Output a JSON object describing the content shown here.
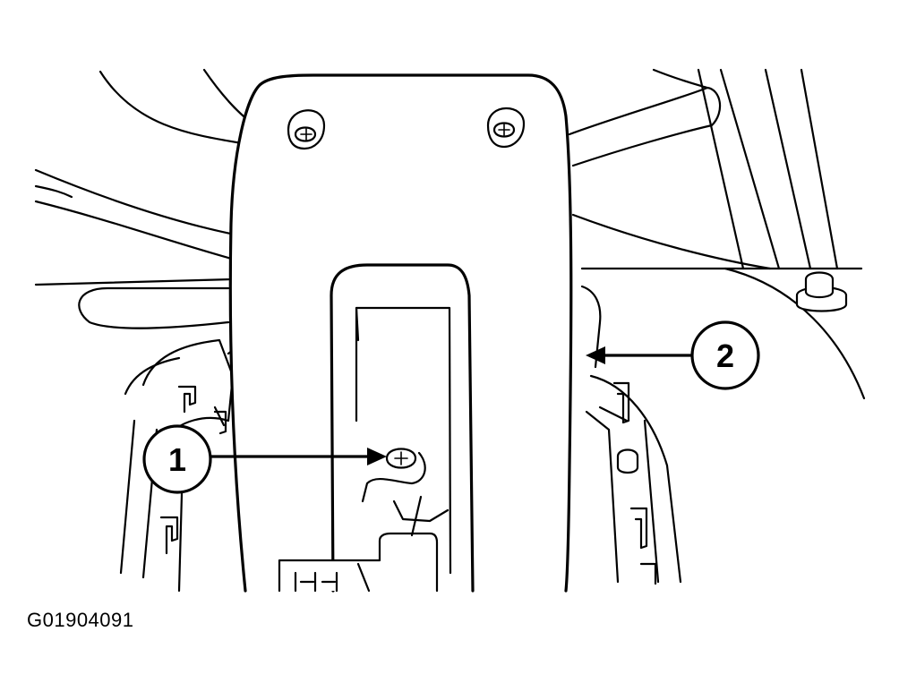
{
  "figure_id": "G01904091",
  "callouts": [
    {
      "number": "1"
    },
    {
      "number": "2"
    }
  ]
}
